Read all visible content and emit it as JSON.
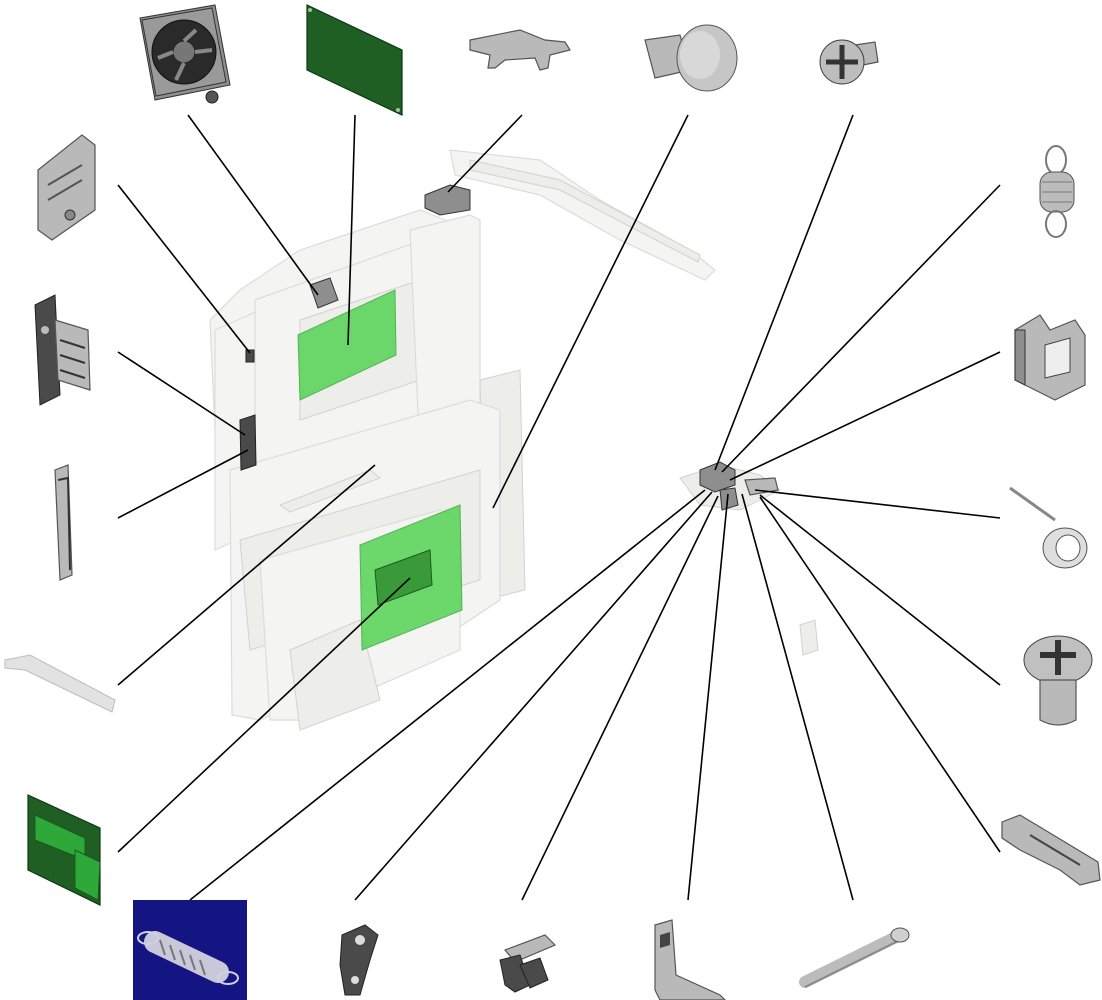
{
  "diagram": {
    "type": "exploded-parts-view",
    "colors": {
      "background": "#ffffff",
      "leader_line": "#000000",
      "assembly_ghost": "#f4f4f2",
      "pcb_dark": "#1f5f24",
      "pcb_highlight": "#55d455",
      "metal": "#b9b9b9",
      "spring_swatch_bg": "#141482"
    },
    "parts": [
      "cooling-fan",
      "controller-board",
      "bracket-top",
      "knob-large",
      "knob-cross",
      "extension-spring-top",
      "side-plate",
      "connector-bracket",
      "rail-strip",
      "mounting-bracket-right",
      "flat-strip",
      "torsion-spring",
      "cross-shaft-knob",
      "interface-board",
      "latch-arm",
      "extension-spring-highlighted",
      "lever-plate",
      "cam-gear",
      "frame-bracket",
      "pin-shaft"
    ]
  }
}
